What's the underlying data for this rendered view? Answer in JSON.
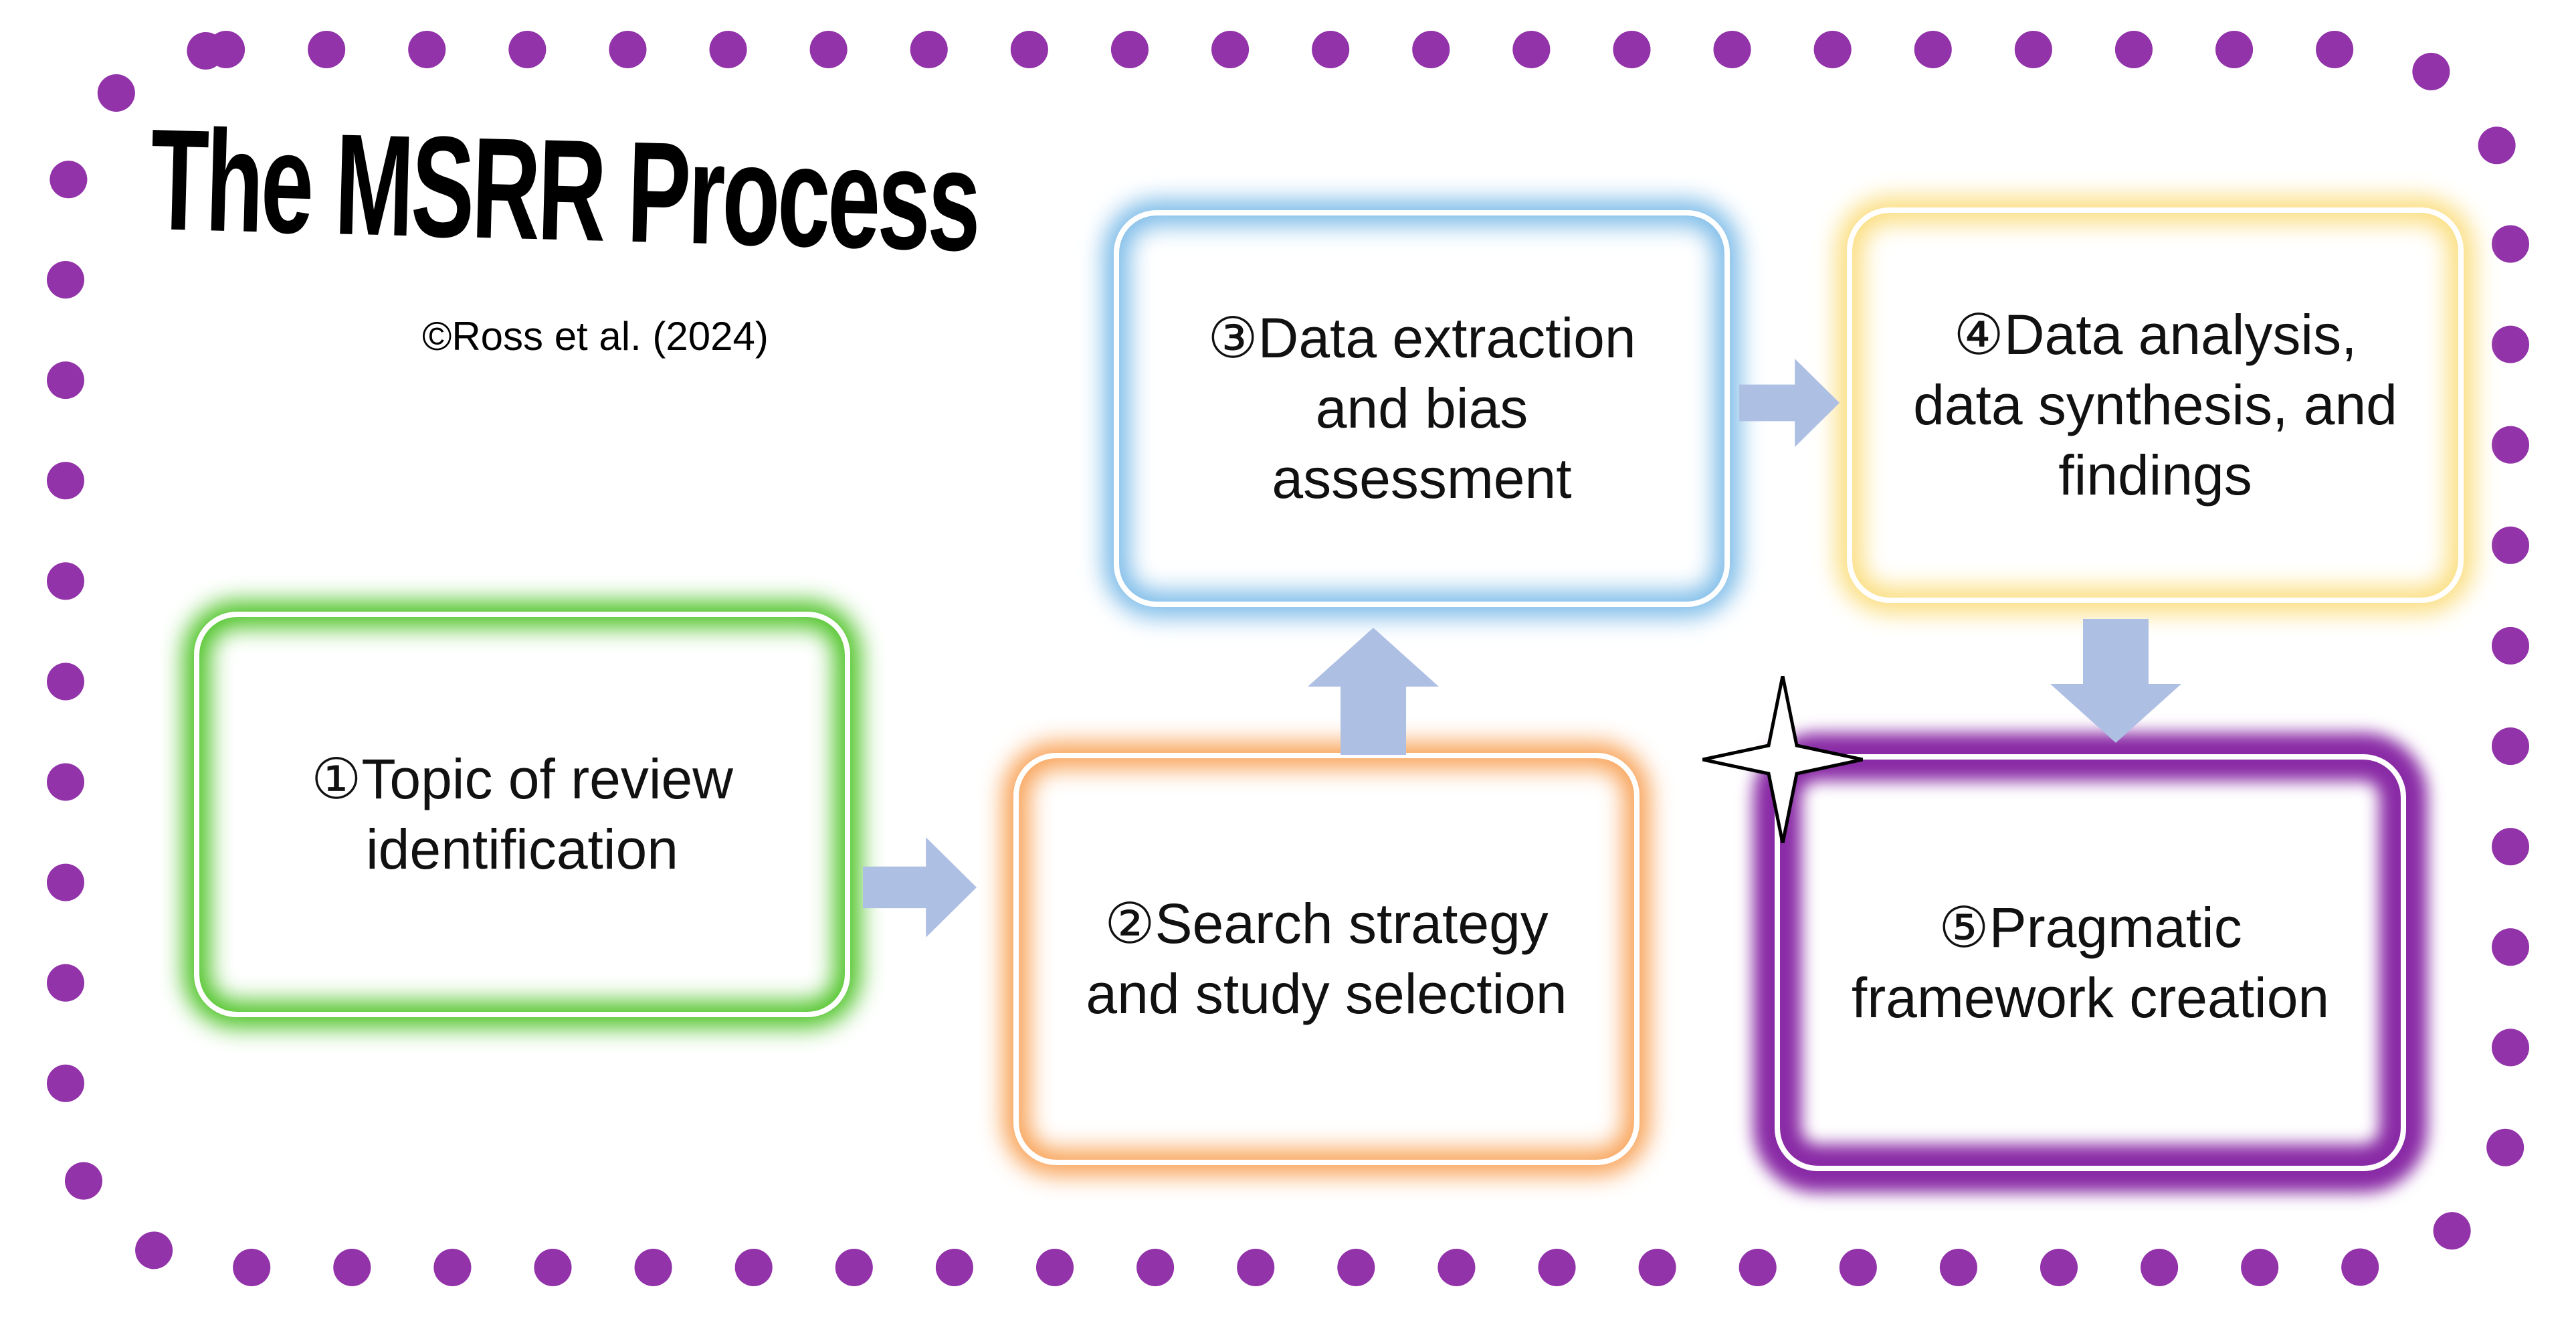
{
  "header": {
    "title": "The MSRR Process",
    "attribution": "©Ross et al. (2024)"
  },
  "steps": [
    {
      "label": "①Topic of review\nidentification",
      "color": "#4ec427"
    },
    {
      "label": "②Search strategy\nand study selection",
      "color": "#f9a45a"
    },
    {
      "label": "③Data extraction\nand bias\nassessment",
      "color": "#7fbde9"
    },
    {
      "label": "④Data analysis,\ndata synthesis, and\nfindings",
      "color": "#fbdf82"
    },
    {
      "label": "⑤Pragmatic\nframework creation",
      "color": "#8a2ba6"
    }
  ],
  "colors": {
    "dot_border": "#9233a9",
    "arrow": "#aebfe4",
    "text": "#111111",
    "star_fill": "#ffffff",
    "star_stroke": "#000000"
  }
}
